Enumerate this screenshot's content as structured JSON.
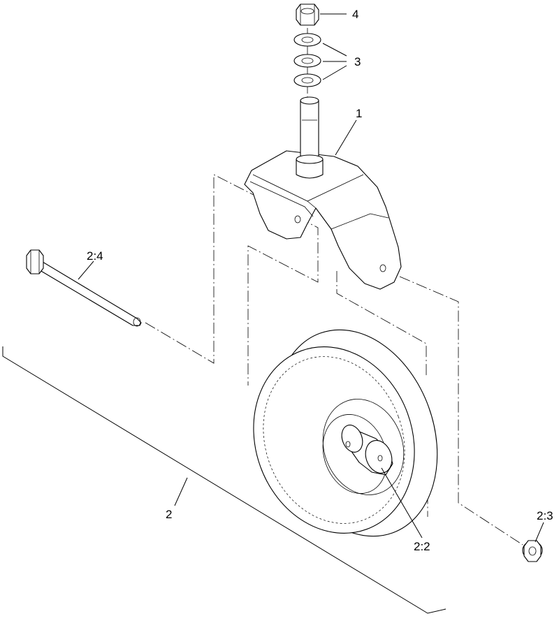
{
  "callouts": {
    "c1": "1",
    "c2": "2",
    "c3": "3",
    "c4": "4",
    "c2_2": "2:2",
    "c2_3": "2:3",
    "c2_4": "2:4"
  }
}
